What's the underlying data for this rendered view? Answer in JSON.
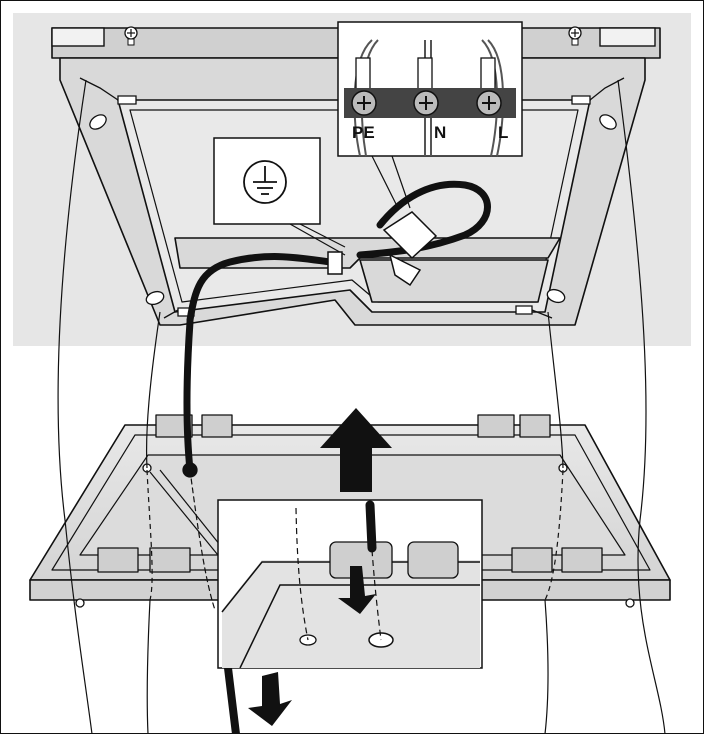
{
  "terminal_labels": {
    "pe": "PE",
    "n": "N",
    "l": "L"
  },
  "icons": {
    "ground": "ground-symbol-icon",
    "arrow_up": "arrow-up-icon",
    "arrow_down": "arrow-down-icon",
    "screw": "screw-icon"
  },
  "colors": {
    "panel_background": "#e6e6e6",
    "frame_fill": "#d9d9d9",
    "line": "#111111",
    "terminal_block": "#444444"
  }
}
